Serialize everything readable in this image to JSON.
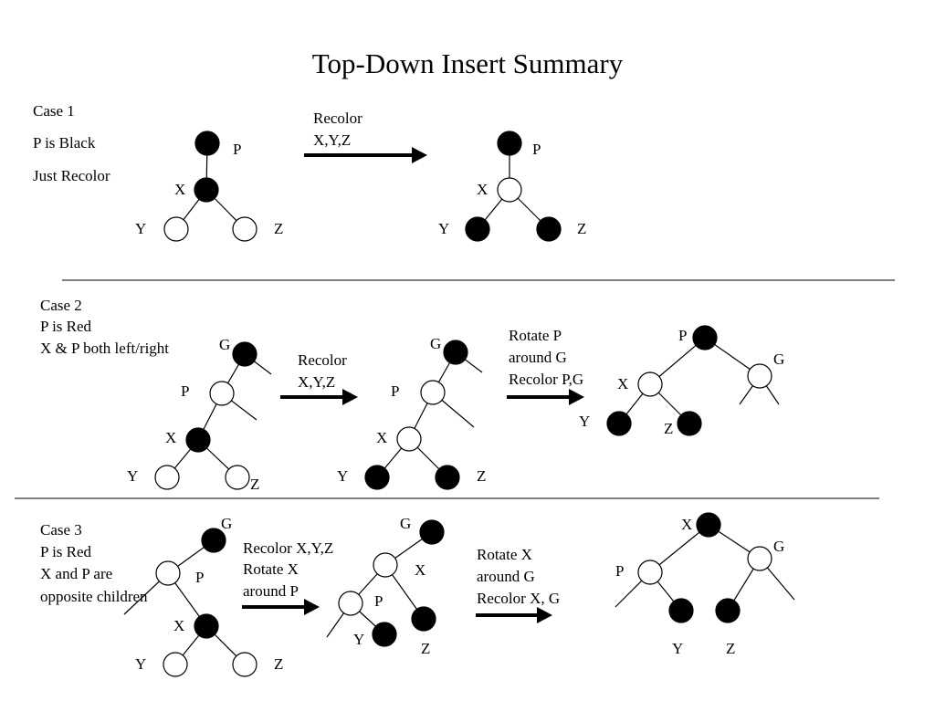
{
  "title": "Top-Down Insert Summary",
  "colors": {
    "black": "#000000",
    "white": "#ffffff",
    "divider": "#555555"
  },
  "cases": [
    {
      "description": [
        "Case 1",
        "P is Black",
        "Just Recolor"
      ],
      "steps": [
        [
          "Recolor",
          "X,Y,Z"
        ]
      ],
      "trees": [
        {
          "nodes": [
            {
              "label": "P",
              "color": "black"
            },
            {
              "label": "X",
              "color": "black"
            },
            {
              "label": "Y",
              "color": "white"
            },
            {
              "label": "Z",
              "color": "white"
            }
          ]
        },
        {
          "nodes": [
            {
              "label": "P",
              "color": "black"
            },
            {
              "label": "X",
              "color": "white"
            },
            {
              "label": "Y",
              "color": "black"
            },
            {
              "label": "Z",
              "color": "black"
            }
          ]
        }
      ]
    },
    {
      "description": [
        "Case 2",
        "P is Red",
        "X & P both left/right"
      ],
      "steps": [
        [
          "Recolor",
          "X,Y,Z"
        ],
        [
          "Rotate P",
          "around G",
          "Recolor P,G"
        ]
      ],
      "trees": [
        {
          "nodes": [
            {
              "label": "G",
              "color": "black"
            },
            {
              "label": "P",
              "color": "white"
            },
            {
              "label": "X",
              "color": "black"
            },
            {
              "label": "Y",
              "color": "white"
            },
            {
              "label": "Z",
              "color": "white"
            }
          ]
        },
        {
          "nodes": [
            {
              "label": "G",
              "color": "black"
            },
            {
              "label": "P",
              "color": "white"
            },
            {
              "label": "X",
              "color": "white"
            },
            {
              "label": "Y",
              "color": "black"
            },
            {
              "label": "Z",
              "color": "black"
            }
          ]
        },
        {
          "nodes": [
            {
              "label": "P",
              "color": "black"
            },
            {
              "label": "X",
              "color": "white"
            },
            {
              "label": "G",
              "color": "white"
            },
            {
              "label": "Y",
              "color": "black"
            },
            {
              "label": "Z",
              "color": "black"
            }
          ]
        }
      ]
    },
    {
      "description": [
        "Case 3",
        "P is Red",
        "X and P are",
        "opposite children"
      ],
      "steps": [
        [
          "Recolor X,Y,Z",
          "Rotate X",
          "around P"
        ],
        [
          "Rotate X",
          "around G",
          "Recolor X, G"
        ]
      ],
      "trees": [
        {
          "nodes": [
            {
              "label": "G",
              "color": "black"
            },
            {
              "label": "P",
              "color": "white"
            },
            {
              "label": "X",
              "color": "black"
            },
            {
              "label": "Y",
              "color": "white"
            },
            {
              "label": "Z",
              "color": "white"
            }
          ]
        },
        {
          "nodes": [
            {
              "label": "G",
              "color": "black"
            },
            {
              "label": "X",
              "color": "white"
            },
            {
              "label": "P",
              "color": "white"
            },
            {
              "label": "Y",
              "color": "black"
            },
            {
              "label": "Z",
              "color": "black"
            }
          ]
        },
        {
          "nodes": [
            {
              "label": "X",
              "color": "black"
            },
            {
              "label": "P",
              "color": "white"
            },
            {
              "label": "G",
              "color": "white"
            },
            {
              "label": "Y",
              "color": "black"
            },
            {
              "label": "Z",
              "color": "black"
            }
          ]
        }
      ]
    }
  ]
}
